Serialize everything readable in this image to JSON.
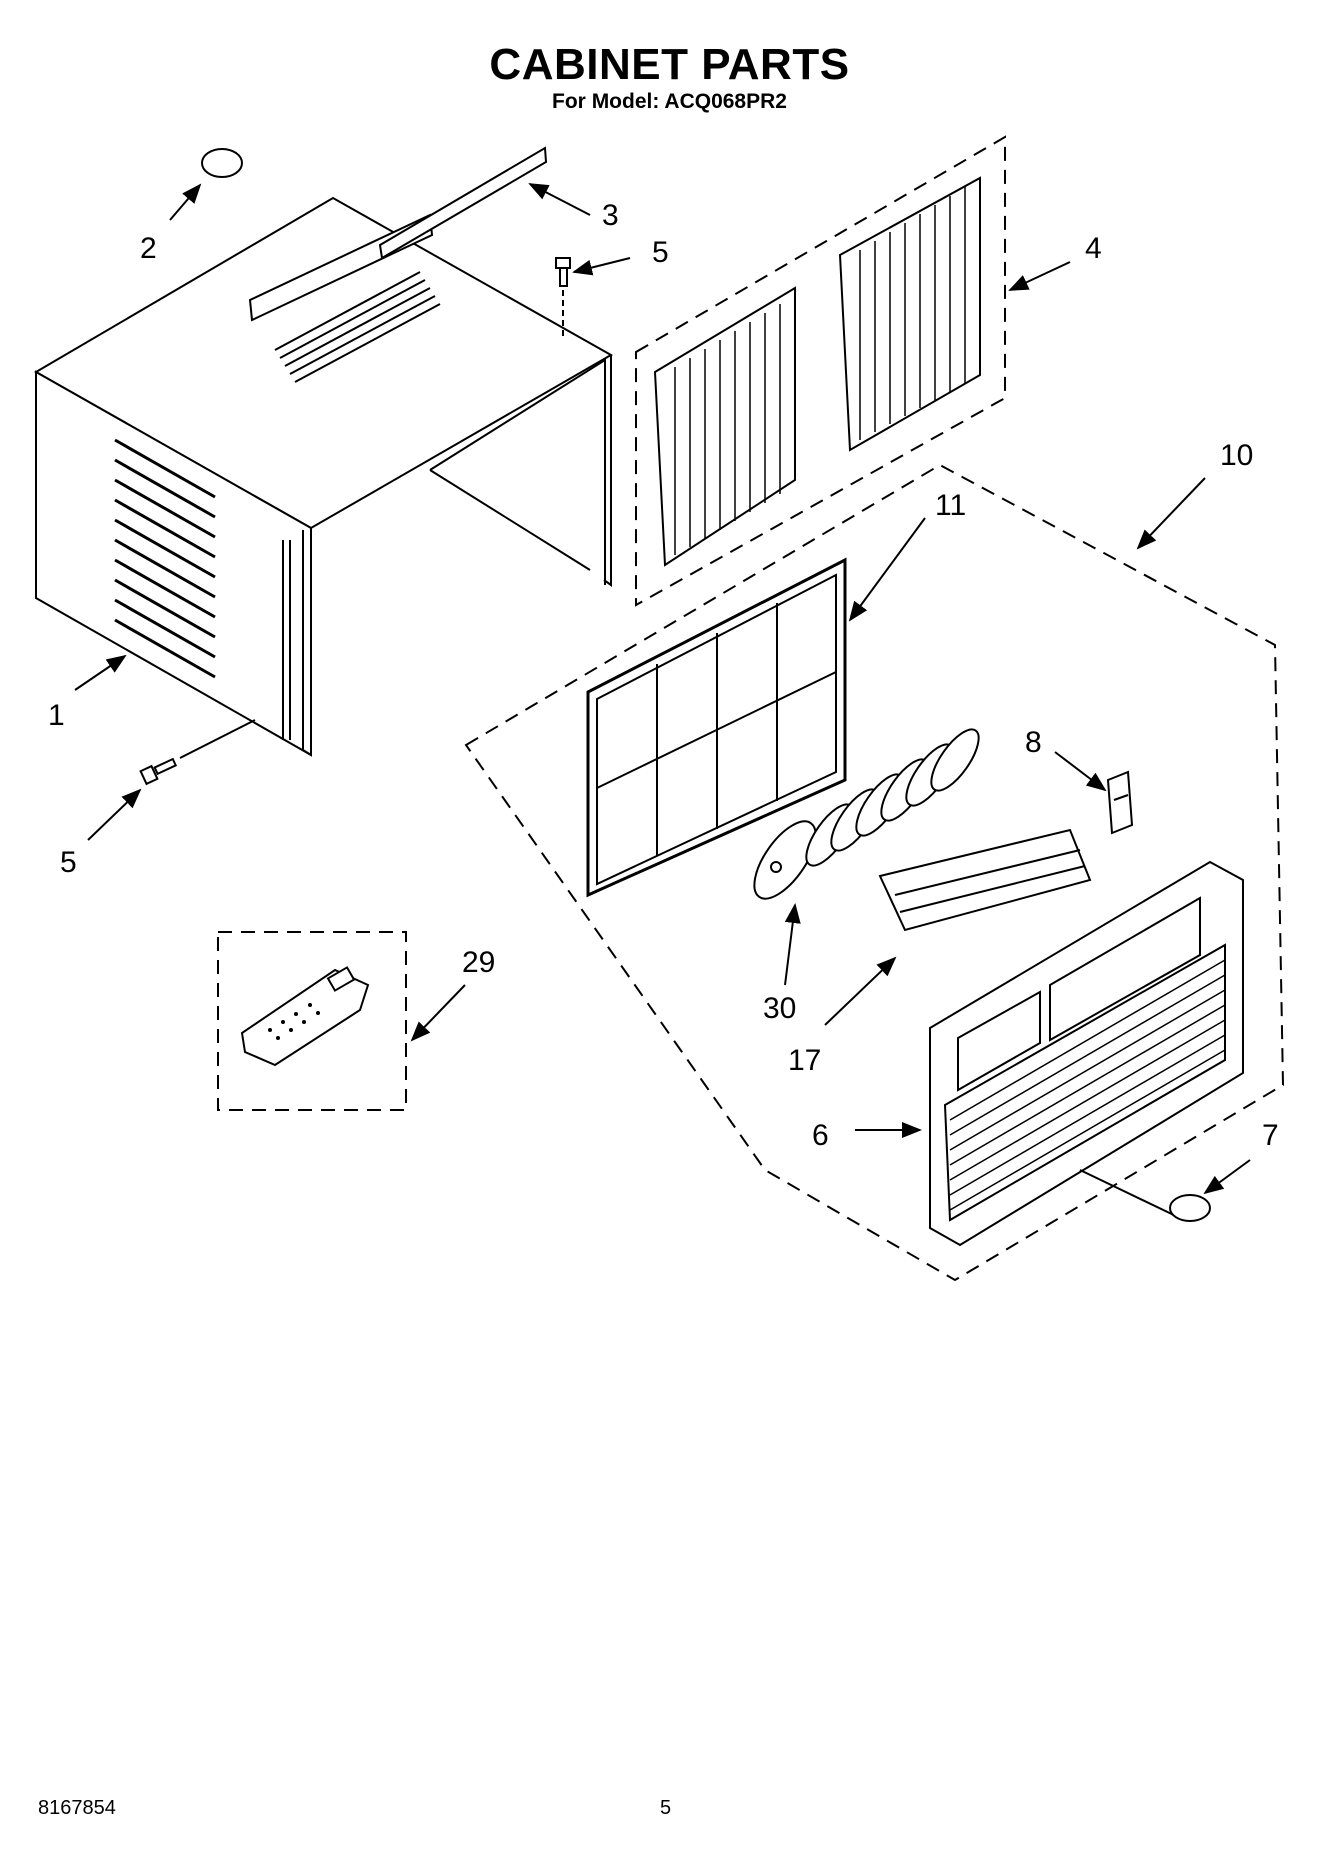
{
  "header": {
    "title": "CABINET PARTS",
    "subtitle": "For Model: ACQ068PR2"
  },
  "callouts": [
    {
      "id": "c1",
      "text": "1"
    },
    {
      "id": "c2",
      "text": "2"
    },
    {
      "id": "c3",
      "text": "3"
    },
    {
      "id": "c4",
      "text": "4"
    },
    {
      "id": "c5a",
      "text": "5"
    },
    {
      "id": "c5b",
      "text": "5"
    },
    {
      "id": "c6",
      "text": "6"
    },
    {
      "id": "c7",
      "text": "7"
    },
    {
      "id": "c8",
      "text": "8"
    },
    {
      "id": "c10",
      "text": "10"
    },
    {
      "id": "c11",
      "text": "11"
    },
    {
      "id": "c17",
      "text": "17"
    },
    {
      "id": "c29",
      "text": "29"
    },
    {
      "id": "c30",
      "text": "30"
    }
  ],
  "footer": {
    "doc_number": "8167854",
    "page_number": "5"
  }
}
